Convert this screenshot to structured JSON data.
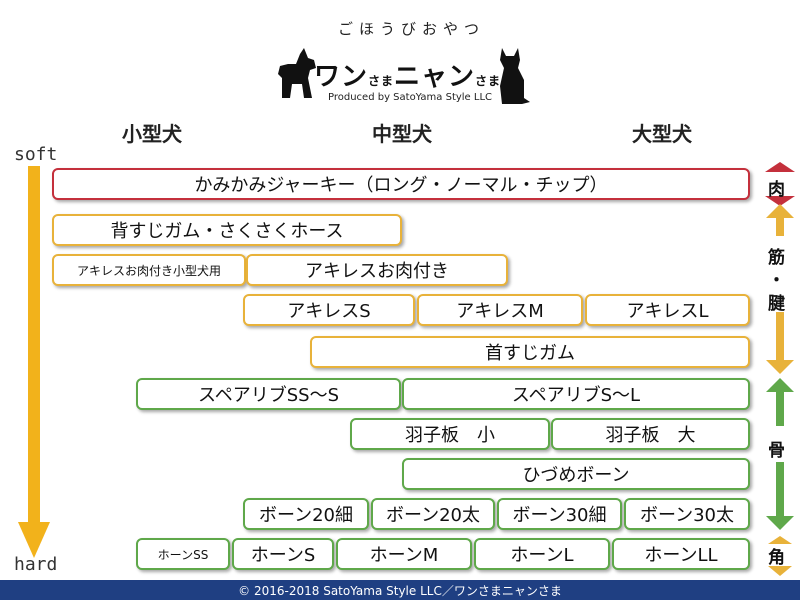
{
  "logo": {
    "tagline": "ごほうびおやつ",
    "brand_a": "ワン",
    "brand_a_suffix": "さま",
    "brand_b": "ニャン",
    "brand_b_suffix": "さま",
    "produced": "Produced by SatoYama Style LLC"
  },
  "columns": {
    "small": "小型犬",
    "medium": "中型犬",
    "large": "大型犬"
  },
  "axis": {
    "top": "soft",
    "bottom": "hard"
  },
  "categories": {
    "meat": "肉",
    "tendon_a": "筋",
    "dot": "・",
    "tendon_b": "腱",
    "bone": "骨",
    "horn": "角"
  },
  "items": {
    "jerky": "かみかみジャーキー（ロング・ノーマル・チップ）",
    "sesuji": "背すじガム・さくさくホース",
    "achilles_meat_small": "アキレスお肉付き小型犬用",
    "achilles_meat": "アキレスお肉付き",
    "achilles_s": "アキレスS",
    "achilles_m": "アキレスM",
    "achilles_l": "アキレスL",
    "kubisuji": "首すじガム",
    "sparerib_ss": "スペアリブSS〜S",
    "sparerib_s": "スペアリブS〜L",
    "hane_small": "羽子板　小",
    "hane_large": "羽子板　大",
    "hizume": "ひづめボーン",
    "bone20_thin": "ボーン20細",
    "bone20_thick": "ボーン20太",
    "bone30_thin": "ボーン30細",
    "bone30_thick": "ボーン30太",
    "horn_ss": "ホーンSS",
    "horn_s": "ホーンS",
    "horn_m": "ホーンM",
    "horn_l": "ホーンL",
    "horn_ll": "ホーンLL"
  },
  "colors": {
    "meat": "#c4303c",
    "tendon": "#e8b23a",
    "bone": "#5fa84a",
    "axis": "#f2b21b",
    "footer": "#1f3f82"
  },
  "footer": "© 2016-2018 SatoYama Style LLC／ワンさまニャンさま"
}
